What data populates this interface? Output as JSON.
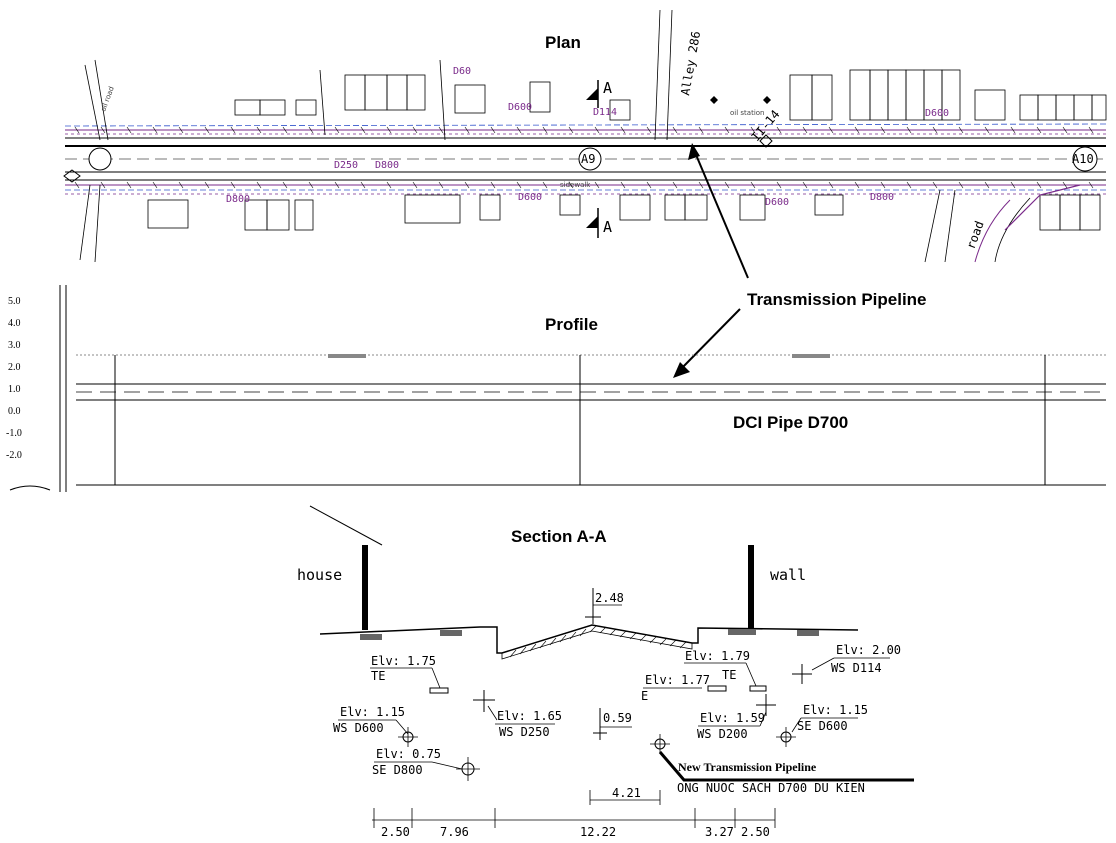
{
  "titles": {
    "plan": "Plan",
    "profile": "Profile",
    "section": "Section A-A"
  },
  "callouts": {
    "transmission_pipeline": "Transmission Pipeline",
    "dci_pipe": "DCI Pipe D700",
    "new_transmission_pipeline": "New Transmission Pipeline"
  },
  "plan_labels": {
    "d60": "D60",
    "d600_top": "D600",
    "d114": "D114",
    "a_top": "A",
    "a_bottom": "A",
    "alley_286": "Alley 286",
    "d250": "D250",
    "d800_mid": "D800",
    "a9": "A9",
    "a10": "A10",
    "d600_bot": "D600",
    "d600_right": "D600",
    "d800_left": "D800",
    "d800_right": "D800",
    "d600_far": "D600",
    "i14": "II-14",
    "oil_road": "oil road",
    "road_right": "road",
    "oil_station": "oil station",
    "sidewalk": "sidewalk"
  },
  "profile_axis": {
    "ticks": [
      "5.0",
      "4.0",
      "3.0",
      "2.0",
      "1.0",
      "0.0",
      "-1.0",
      "-2.0"
    ]
  },
  "section_labels": {
    "house": "house",
    "wall": "wall",
    "dim_248": "2.48",
    "elv_175": "Elv: 1.75",
    "te_left": "TE",
    "elv_179": "Elv: 1.79",
    "te_right": "TE",
    "elv_200": "Elv: 2.00",
    "ws_d114": "WS D114",
    "elv_177": "Elv: 1.77",
    "e": "E",
    "elv_115_left": "Elv: 1.15",
    "ws_d600": "WS D600",
    "elv_165": "Elv: 1.65",
    "ws_d250": "WS D250",
    "dim_059": "0.59",
    "elv_159": "Elv: 1.59",
    "ws_d200": "WS D200",
    "elv_115_right": "Elv: 1.15",
    "se_d600": "SE D600",
    "elv_075": "Elv: 0.75",
    "se_d800": "SE D800",
    "vn_note": "ONG NUOC SACH D700 DU KIEN",
    "dim_250_left": "2.50",
    "dim_796": "7.96",
    "dim_421": "4.21",
    "dim_1222": "12.22",
    "dim_327": "3.27",
    "dim_250_right": "2.50"
  },
  "colors": {
    "line": "#000000",
    "pipe": "#7a2a8a",
    "pipe_alt": "#3355cc",
    "dash": "#777777"
  }
}
